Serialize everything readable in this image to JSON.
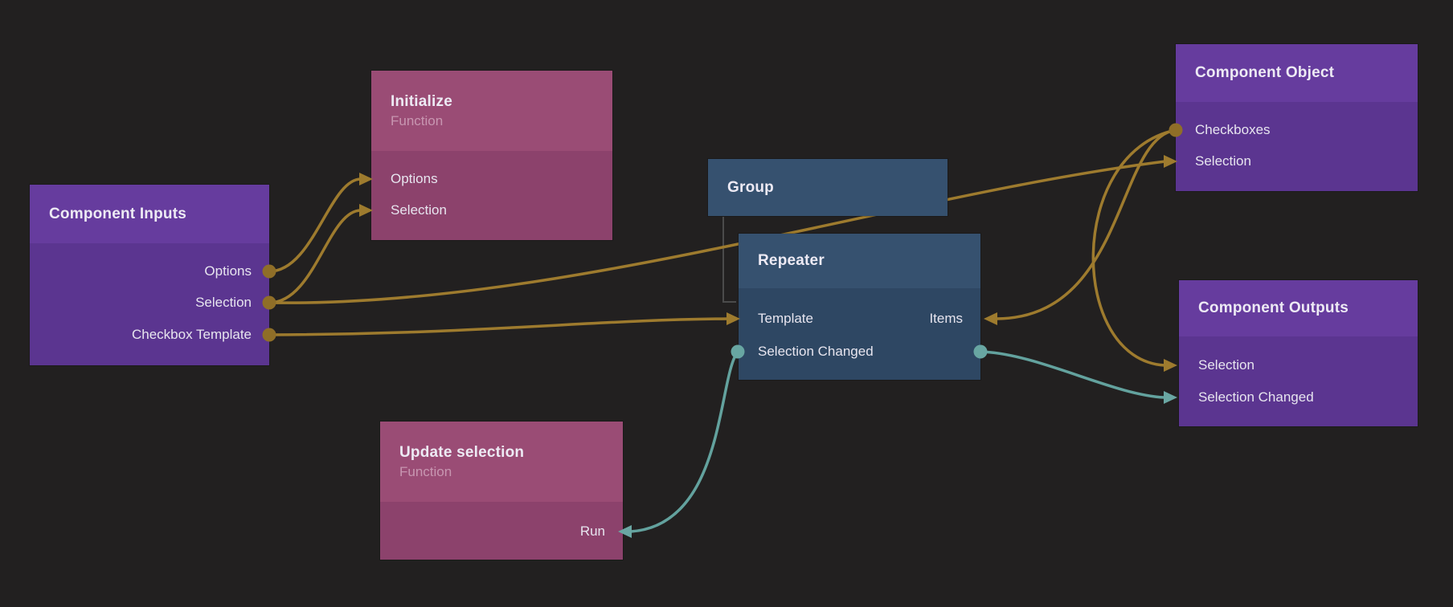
{
  "canvas": {
    "background": "#222020"
  },
  "colors": {
    "purple_header": "#663c9e",
    "purple_body": "#5b3590",
    "pink_header": "#9a4c75",
    "pink_body": "#8c426c",
    "blue_header": "#36516f",
    "blue_body": "#2e4763",
    "wire_gold": "#9e7b2e",
    "port_dot_gold": "#8f6e28",
    "wire_teal": "#63a29e",
    "port_dot_teal": "#68a6a2",
    "hierarchy_line": "#4b4b4b",
    "title_text": "#edeaf4",
    "port_text": "#e7e5ef"
  },
  "nodes": {
    "component_inputs": {
      "title": "Component Inputs",
      "ports": {
        "options": "Options",
        "selection": "Selection",
        "checkbox_template": "Checkbox Template"
      }
    },
    "initialize": {
      "title": "Initialize",
      "subtitle": "Function",
      "ports": {
        "options": "Options",
        "selection": "Selection"
      }
    },
    "group": {
      "title": "Group"
    },
    "repeater": {
      "title": "Repeater",
      "ports": {
        "template": "Template",
        "items": "Items",
        "selection_changed": "Selection Changed"
      }
    },
    "component_object": {
      "title": "Component Object",
      "ports": {
        "checkboxes": "Checkboxes",
        "selection": "Selection"
      }
    },
    "component_outputs": {
      "title": "Component Outputs",
      "ports": {
        "selection": "Selection",
        "selection_changed": "Selection Changed"
      }
    },
    "update_selection": {
      "title": "Update selection",
      "subtitle": "Function",
      "ports": {
        "run": "Run"
      }
    }
  },
  "connections": [
    {
      "from": "Component Inputs.Options",
      "to": "Initialize.Options",
      "color": "gold"
    },
    {
      "from": "Component Inputs.Selection",
      "to": "Initialize.Selection",
      "color": "gold"
    },
    {
      "from": "Component Inputs.Selection",
      "to": "Component Object.Selection",
      "color": "gold"
    },
    {
      "from": "Component Inputs.Checkbox Template",
      "to": "Repeater.Template",
      "color": "gold"
    },
    {
      "from": "Component Object.Checkboxes",
      "to": "Repeater.Items",
      "color": "gold"
    },
    {
      "from": "Component Object.Checkboxes",
      "to": "Component Outputs.Selection",
      "color": "gold"
    },
    {
      "from": "Repeater.Selection Changed",
      "to": "Update selection.Run",
      "color": "teal"
    },
    {
      "from": "Repeater.Selection Changed",
      "to": "Component Outputs.Selection Changed",
      "color": "teal"
    },
    {
      "from": "Group",
      "to": "Repeater",
      "type": "hierarchy"
    }
  ]
}
